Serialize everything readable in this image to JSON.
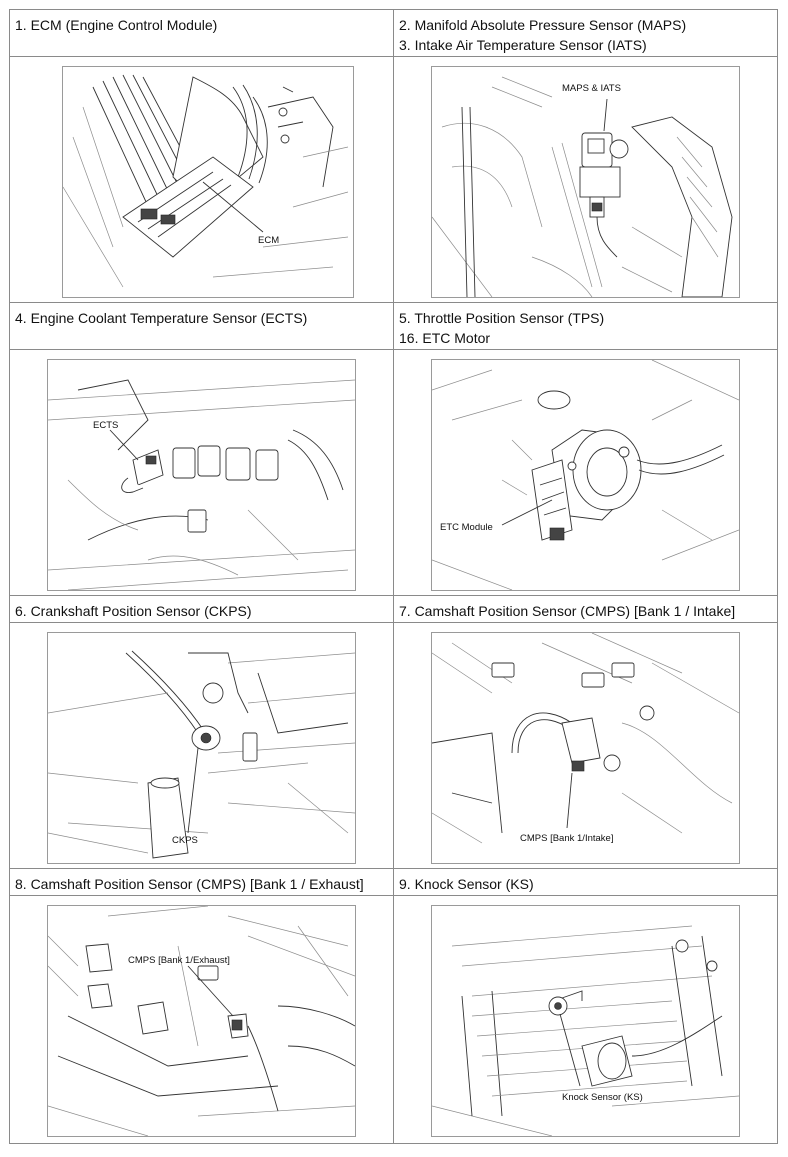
{
  "cells": [
    {
      "lines": [
        "1. ECM (Engine Control Module)"
      ],
      "callout": "ECM",
      "icon": "ecm-diagram-icon"
    },
    {
      "lines": [
        "2. Manifold Absolute Pressure Sensor (MAPS)",
        "3. Intake Air Temperature Sensor (IATS)"
      ],
      "callout": "MAPS & IATS",
      "icon": "maps-iats-diagram-icon"
    },
    {
      "lines": [
        "4. Engine Coolant Temperature Sensor (ECTS)"
      ],
      "callout": "ECTS",
      "icon": "ects-diagram-icon"
    },
    {
      "lines": [
        "5. Throttle Position Sensor (TPS)",
        "16. ETC Motor"
      ],
      "callout": "ETC Module",
      "icon": "etc-module-diagram-icon"
    },
    {
      "lines": [
        "6. Crankshaft Position Sensor (CKPS)"
      ],
      "callout": "CKPS",
      "icon": "ckps-diagram-icon"
    },
    {
      "lines": [
        "7. Camshaft Position Sensor (CMPS) [Bank 1 / Intake]"
      ],
      "callout": "CMPS [Bank 1/Intake]",
      "icon": "cmps-intake-diagram-icon"
    },
    {
      "lines": [
        "8. Camshaft Position Sensor (CMPS) [Bank 1 / Exhaust]"
      ],
      "callout": "CMPS [Bank 1/Exhaust]",
      "icon": "cmps-exhaust-diagram-icon"
    },
    {
      "lines": [
        "9. Knock Sensor (KS)"
      ],
      "callout": "Knock Sensor (KS)",
      "icon": "knock-sensor-diagram-icon"
    }
  ],
  "colors": {
    "border": "#8a8a8a",
    "text": "#111111",
    "background": "#ffffff"
  }
}
